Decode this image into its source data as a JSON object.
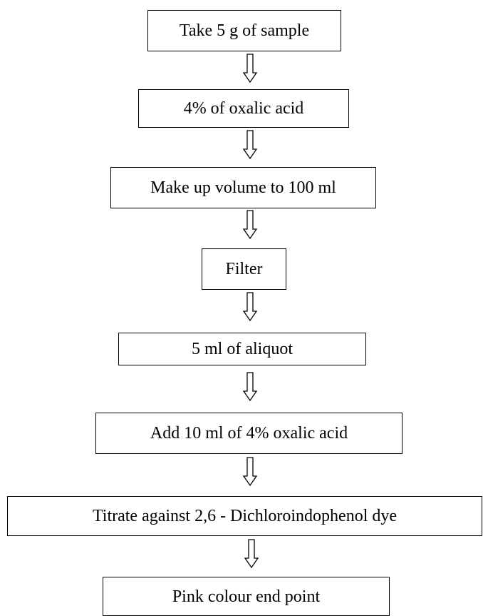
{
  "flowchart": {
    "steps": [
      {
        "label": "Take 5 g of sample"
      },
      {
        "label": "4% of oxalic acid"
      },
      {
        "label": "Make up volume to 100 ml"
      },
      {
        "label": "Filter"
      },
      {
        "label": "5 ml of aliquot"
      },
      {
        "label": "Add 10 ml of 4% oxalic acid"
      },
      {
        "label": "Titrate against 2,6 - Dichloroindophenol dye"
      },
      {
        "label": "Pink colour end point"
      }
    ],
    "arrow_style": "hollow-down-arrow",
    "colors": {
      "stroke": "#000000",
      "background": "#ffffff"
    }
  }
}
